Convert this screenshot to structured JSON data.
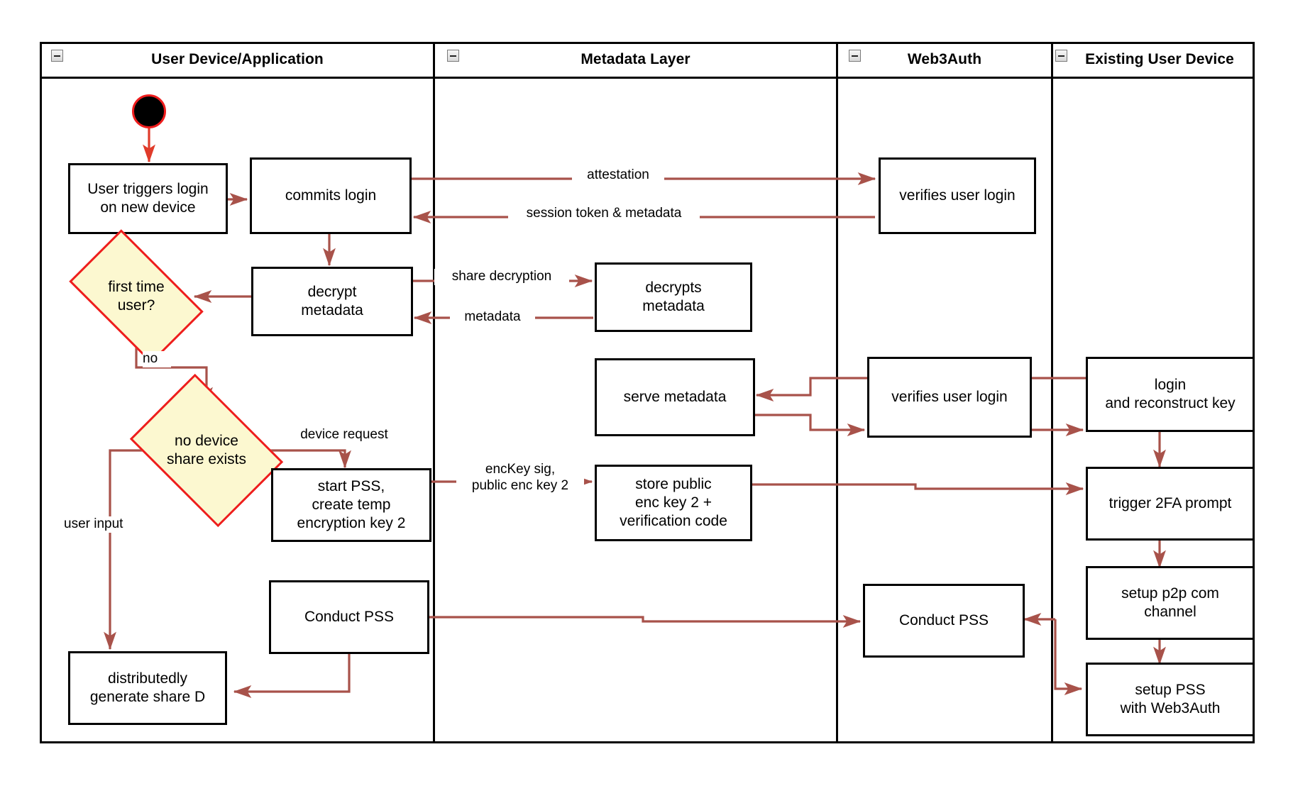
{
  "diagram": {
    "title": "Web3Auth new-device login activity diagram",
    "colors": {
      "edge": "#a8524a",
      "start_edge": "#e03b2a",
      "decision_fill": "#fcf8d0",
      "decision_border": "#ee1d1d",
      "node_border": "#000000",
      "node_fill": "#ffffff",
      "lane_border": "#000000"
    }
  },
  "lanes": [
    {
      "id": "user-device",
      "title": "User Device/Application",
      "collapse_icon": "collapse-minus-icon"
    },
    {
      "id": "metadata-layer",
      "title": "Metadata Layer",
      "collapse_icon": "collapse-minus-icon"
    },
    {
      "id": "web3auth",
      "title": "Web3Auth",
      "collapse_icon": "collapse-minus-icon"
    },
    {
      "id": "existing-user-device",
      "title": "Existing User Device",
      "collapse_icon": "collapse-minus-icon"
    }
  ],
  "nodes": [
    {
      "id": "start",
      "type": "start",
      "label": ""
    },
    {
      "id": "user-triggers-login",
      "type": "action",
      "lane": "user-device",
      "label": "User triggers login\non new device"
    },
    {
      "id": "commits-login",
      "type": "action",
      "lane": "user-device",
      "label": "commits login"
    },
    {
      "id": "verifies-user-login-1",
      "type": "action",
      "lane": "web3auth",
      "label": "verifies user login"
    },
    {
      "id": "decrypt-metadata",
      "type": "action",
      "lane": "user-device",
      "label": "decrypt\nmetadata"
    },
    {
      "id": "decrypts-metadata",
      "type": "action",
      "lane": "metadata-layer",
      "label": "decrypts\nmetadata"
    },
    {
      "id": "first-time-user",
      "type": "decision",
      "lane": "user-device",
      "label": "first time\nuser?"
    },
    {
      "id": "serve-metadata",
      "type": "action",
      "lane": "metadata-layer",
      "label": "serve metadata"
    },
    {
      "id": "verifies-user-login-2",
      "type": "action",
      "lane": "web3auth",
      "label": "verifies user login"
    },
    {
      "id": "login-and-reconstruct-key",
      "type": "action",
      "lane": "existing-user-device",
      "label": "login\nand reconstruct key"
    },
    {
      "id": "no-device-share-exists",
      "type": "decision",
      "lane": "user-device",
      "label": "no device\nshare exists"
    },
    {
      "id": "start-pss-create-temp-key",
      "type": "action",
      "lane": "user-device",
      "label": "start PSS,\ncreate temp\nencryption key 2"
    },
    {
      "id": "store-public-enc-key",
      "type": "action",
      "lane": "metadata-layer",
      "label": "store public\nenc key 2 +\nverification code"
    },
    {
      "id": "trigger-2fa-prompt",
      "type": "action",
      "lane": "existing-user-device",
      "label": "trigger 2FA prompt"
    },
    {
      "id": "conduct-pss-user",
      "type": "action",
      "lane": "user-device",
      "label": "Conduct PSS"
    },
    {
      "id": "conduct-pss-web3auth",
      "type": "action",
      "lane": "web3auth",
      "label": "Conduct PSS"
    },
    {
      "id": "setup-p2p-com-channel",
      "type": "action",
      "lane": "existing-user-device",
      "label": "setup p2p com\nchannel"
    },
    {
      "id": "setup-pss-with-web3auth",
      "type": "action",
      "lane": "existing-user-device",
      "label": "setup PSS\nwith Web3Auth"
    },
    {
      "id": "distributedly-generate-share-d",
      "type": "action",
      "lane": "user-device",
      "label": "distributedly\ngenerate share D"
    }
  ],
  "edge_labels": {
    "attestation": "attestation",
    "session_token": "session token & metadata",
    "share_decryption": "share decryption",
    "metadata": "metadata",
    "no": "no",
    "device_request": "device request",
    "enckey_sig": "encKey sig,\npublic enc key 2",
    "user_input": "user input"
  },
  "edges": [
    {
      "from": "start",
      "to": "user-triggers-login",
      "label": ""
    },
    {
      "from": "user-triggers-login",
      "to": "commits-login",
      "label": ""
    },
    {
      "from": "commits-login",
      "to": "verifies-user-login-1",
      "label": "attestation"
    },
    {
      "from": "verifies-user-login-1",
      "to": "commits-login",
      "label": "session token & metadata"
    },
    {
      "from": "commits-login",
      "to": "decrypt-metadata",
      "label": ""
    },
    {
      "from": "decrypt-metadata",
      "to": "decrypts-metadata",
      "label": "share decryption"
    },
    {
      "from": "decrypts-metadata",
      "to": "decrypt-metadata",
      "label": "metadata"
    },
    {
      "from": "decrypt-metadata",
      "to": "first-time-user",
      "label": ""
    },
    {
      "from": "first-time-user",
      "to": "no-device-share-exists",
      "label": "no"
    },
    {
      "from": "login-and-reconstruct-key",
      "to": "verifies-user-login-2",
      "label": ""
    },
    {
      "from": "verifies-user-login-2",
      "to": "serve-metadata",
      "label": ""
    },
    {
      "from": "serve-metadata",
      "to": "verifies-user-login-2",
      "label": ""
    },
    {
      "from": "verifies-user-login-2",
      "to": "login-and-reconstruct-key",
      "label": ""
    },
    {
      "from": "no-device-share-exists",
      "to": "start-pss-create-temp-key",
      "label": "device request"
    },
    {
      "from": "no-device-share-exists",
      "to": "distributedly-generate-share-d",
      "label": "user input"
    },
    {
      "from": "start-pss-create-temp-key",
      "to": "store-public-enc-key",
      "label": "encKey sig,\npublic enc key 2"
    },
    {
      "from": "store-public-enc-key",
      "to": "trigger-2fa-prompt",
      "label": ""
    },
    {
      "from": "login-and-reconstruct-key",
      "to": "trigger-2fa-prompt",
      "label": ""
    },
    {
      "from": "trigger-2fa-prompt",
      "to": "setup-p2p-com-channel",
      "label": ""
    },
    {
      "from": "setup-p2p-com-channel",
      "to": "setup-pss-with-web3auth",
      "label": ""
    },
    {
      "from": "setup-pss-with-web3auth",
      "to": "conduct-pss-web3auth",
      "label": ""
    },
    {
      "from": "conduct-pss-web3auth",
      "to": "conduct-pss-user",
      "label": ""
    },
    {
      "from": "conduct-pss-user",
      "to": "distributedly-generate-share-d",
      "label": ""
    }
  ]
}
